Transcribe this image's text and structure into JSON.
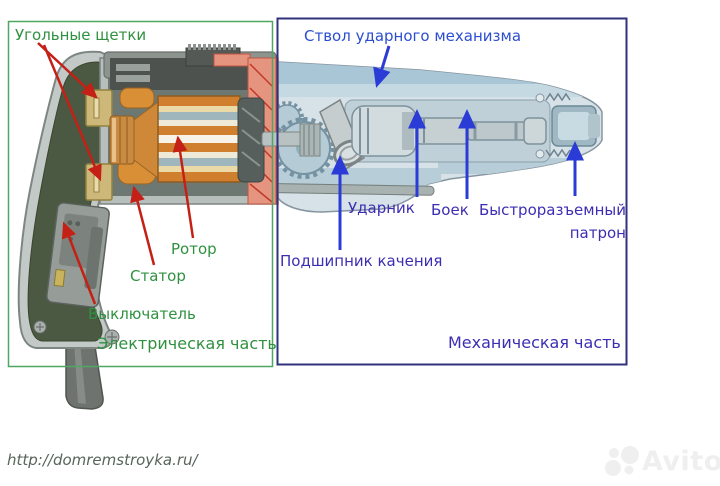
{
  "colors": {
    "green-label": "#2f9140",
    "green-border": "#4fa763",
    "navy-border": "#32327c",
    "blue-label": "#2b4ed0",
    "indigo-label": "#3c2eb3",
    "red-arrow": "#c42015",
    "blue-arrow": "#2b3cd6",
    "url-text": "#57655b",
    "watermark": "#efefef"
  },
  "electrical": {
    "section_title": "Электрическая часть",
    "labels": {
      "brushes": "Угольные щетки",
      "rotor": "Ротор",
      "stator": "Статор",
      "switch": "Выключатель"
    }
  },
  "mechanical": {
    "section_title": "Механическая часть",
    "labels": {
      "barrel": "Ствол ударного механизма",
      "striker": "Ударник",
      "firing_pin": "Боек",
      "chuck": "Быстроразъемный патрон",
      "bearing": "Подшипник качения"
    }
  },
  "footer": {
    "url": "http://domremstroyka.ru/"
  },
  "watermark": {
    "brand": "Avito"
  }
}
